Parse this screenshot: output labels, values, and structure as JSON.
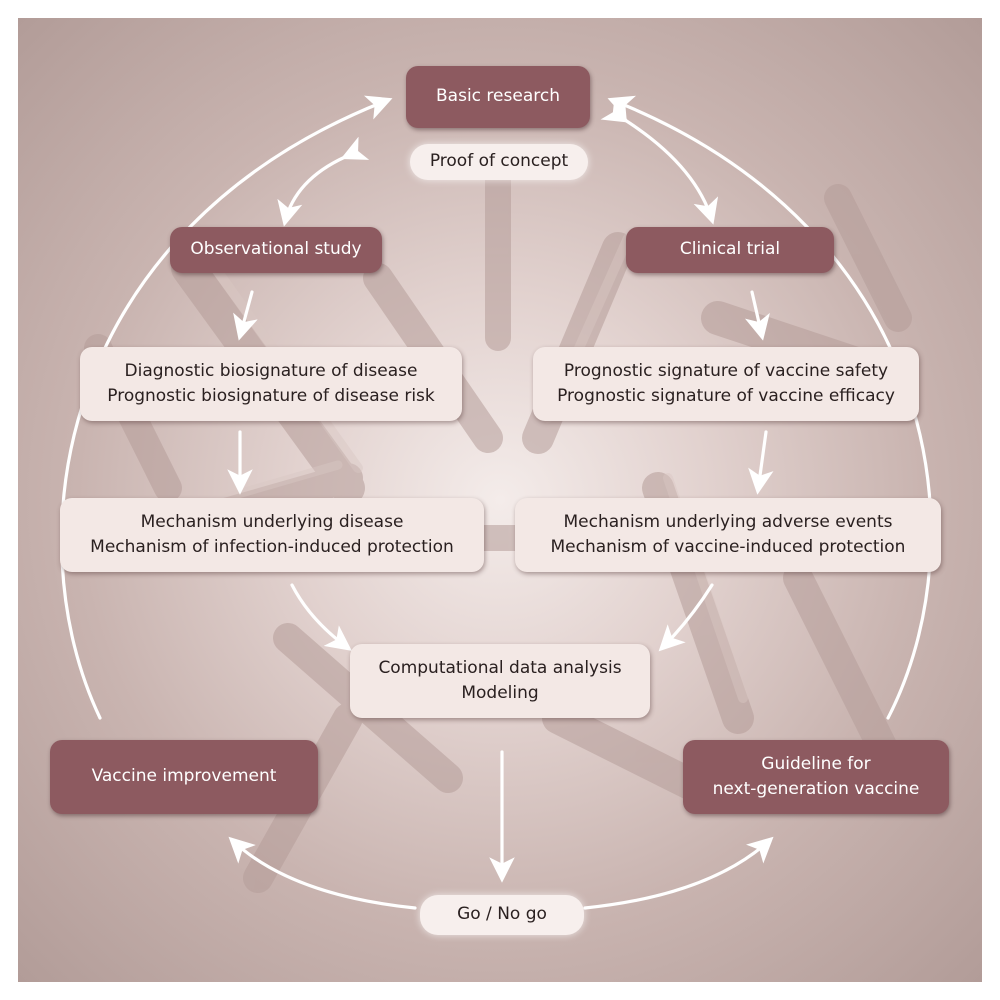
{
  "nodes": {
    "basic_research": "Basic research",
    "proof_of_concept": "Proof of concept",
    "observational_study": "Observational study",
    "clinical_trial": "Clinical trial",
    "diagnostic_box": {
      "line1": "Diagnostic biosignature of disease",
      "line2": "Prognostic biosignature of disease risk"
    },
    "prognostic_box": {
      "line1": "Prognostic signature of vaccine safety",
      "line2": "Prognostic signature of vaccine efficacy"
    },
    "mechanism_disease_box": {
      "line1": "Mechanism underlying disease",
      "line2": "Mechanism of infection-induced protection"
    },
    "mechanism_adverse_box": {
      "line1": "Mechanism underlying adverse events",
      "line2": "Mechanism of vaccine-induced protection"
    },
    "computational_box": {
      "line1": "Computational data analysis",
      "line2": "Modeling"
    },
    "vaccine_improvement": "Vaccine improvement",
    "guideline_box": {
      "line1": "Guideline for",
      "line2": "next-generation vaccine"
    },
    "go_no_go": "Go / No go"
  },
  "colors": {
    "dark_box": "#8d5a60",
    "light_box": "#f3e8e5",
    "arrow": "#ffffff",
    "background": "#c9b4b0"
  }
}
